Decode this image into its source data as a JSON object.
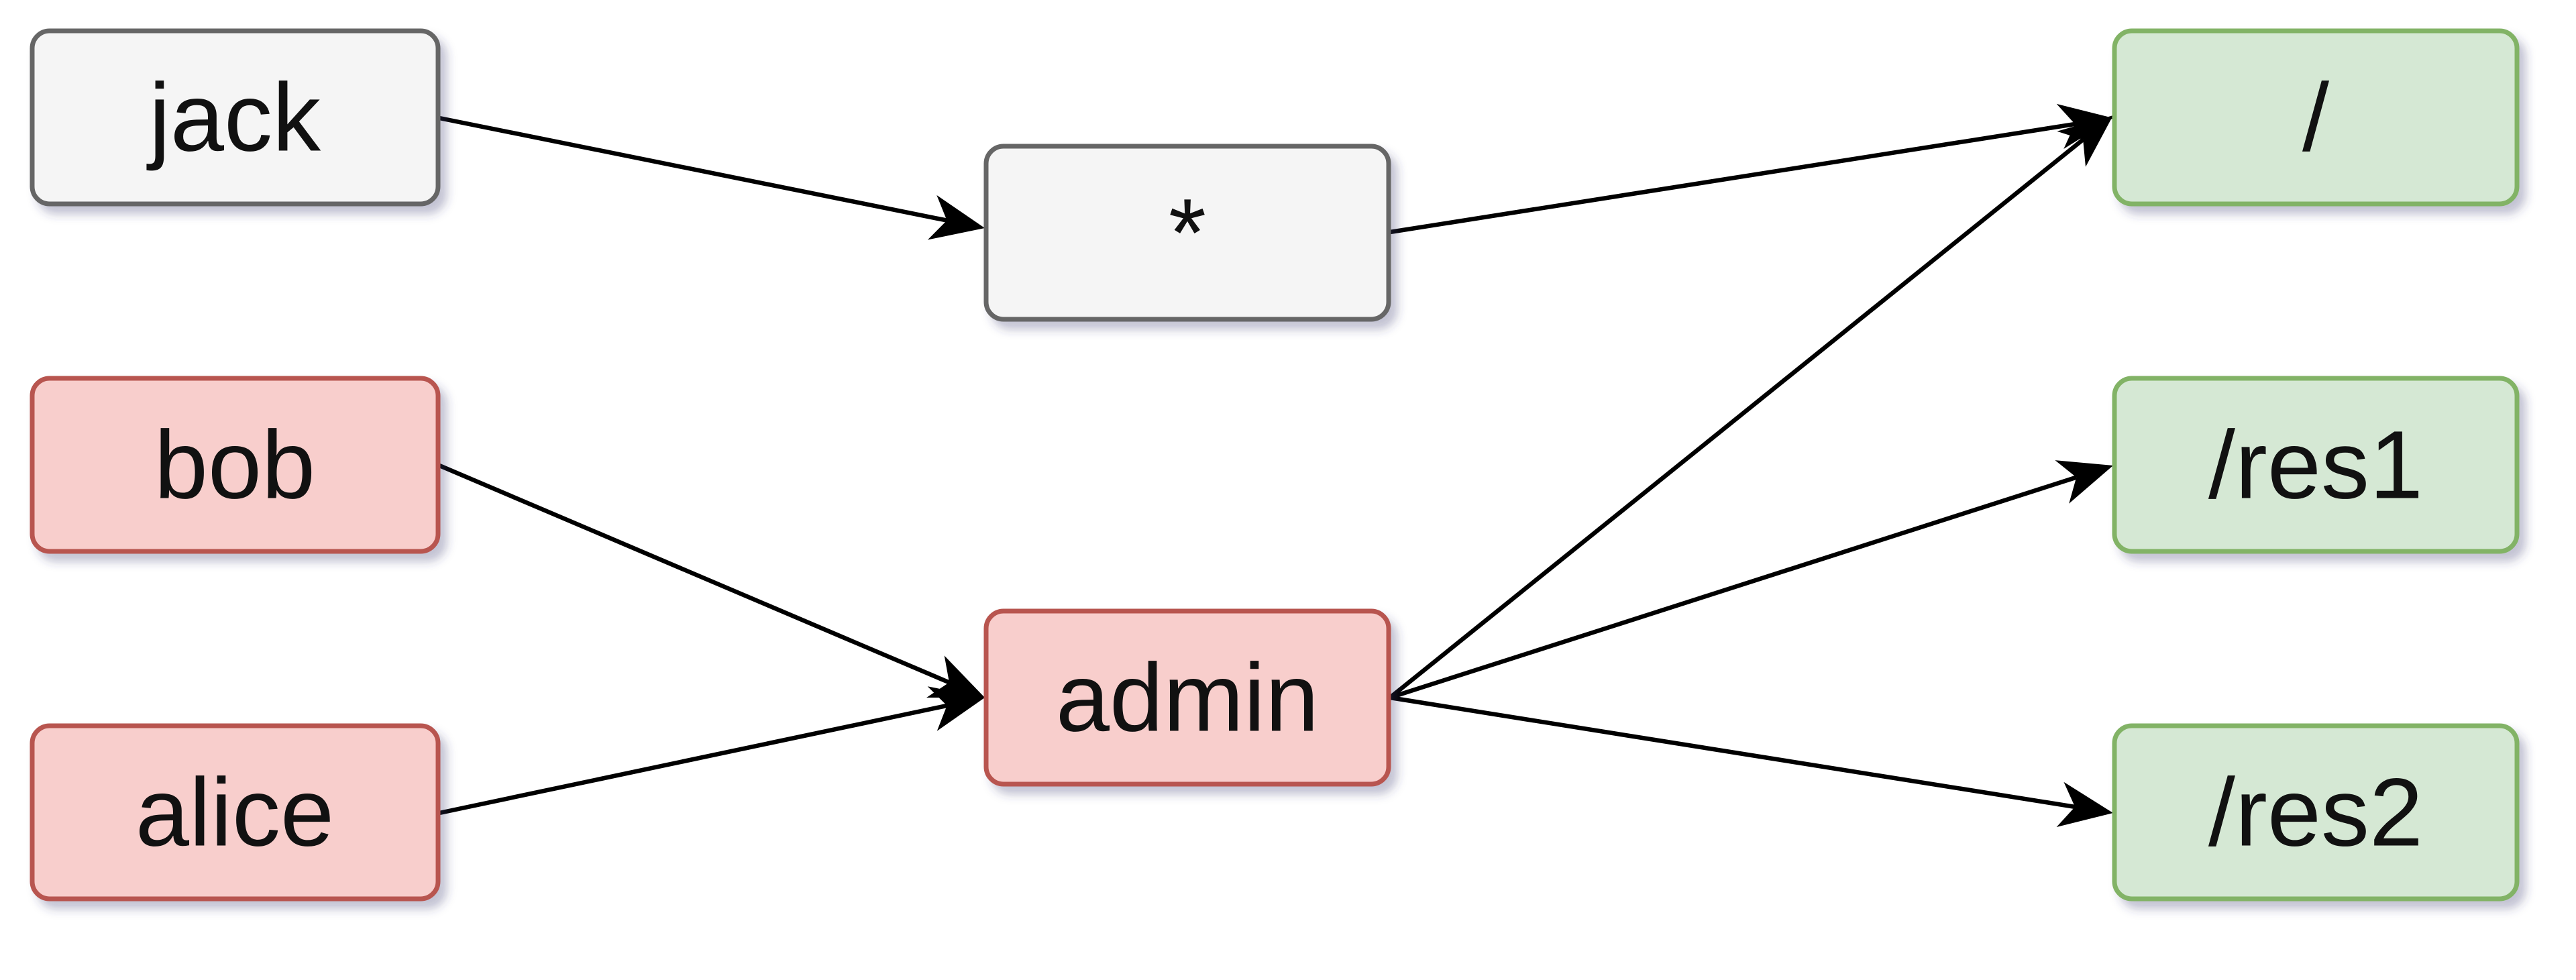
{
  "diagram": {
    "nodes": {
      "jack": {
        "label": "jack",
        "fill": "#f5f5f5",
        "stroke": "#666666"
      },
      "bob": {
        "label": "bob",
        "fill": "#f8cecc",
        "stroke": "#b85450"
      },
      "alice": {
        "label": "alice",
        "fill": "#f8cecc",
        "stroke": "#b85450"
      },
      "any": {
        "label": "*",
        "fill": "#f5f5f5",
        "stroke": "#666666"
      },
      "admin": {
        "label": "admin",
        "fill": "#f8cecc",
        "stroke": "#b85450"
      },
      "root": {
        "label": "/",
        "fill": "#d5e8d4",
        "stroke": "#82b366"
      },
      "res1": {
        "label": "/res1",
        "fill": "#d5e8d4",
        "stroke": "#82b366"
      },
      "res2": {
        "label": "/res2",
        "fill": "#d5e8d4",
        "stroke": "#82b366"
      }
    },
    "edges": [
      {
        "from": "jack",
        "to": "any"
      },
      {
        "from": "bob",
        "to": "admin"
      },
      {
        "from": "alice",
        "to": "admin"
      },
      {
        "from": "any",
        "to": "root"
      },
      {
        "from": "admin",
        "to": "root"
      },
      {
        "from": "admin",
        "to": "res1"
      },
      {
        "from": "admin",
        "to": "res2"
      }
    ]
  }
}
